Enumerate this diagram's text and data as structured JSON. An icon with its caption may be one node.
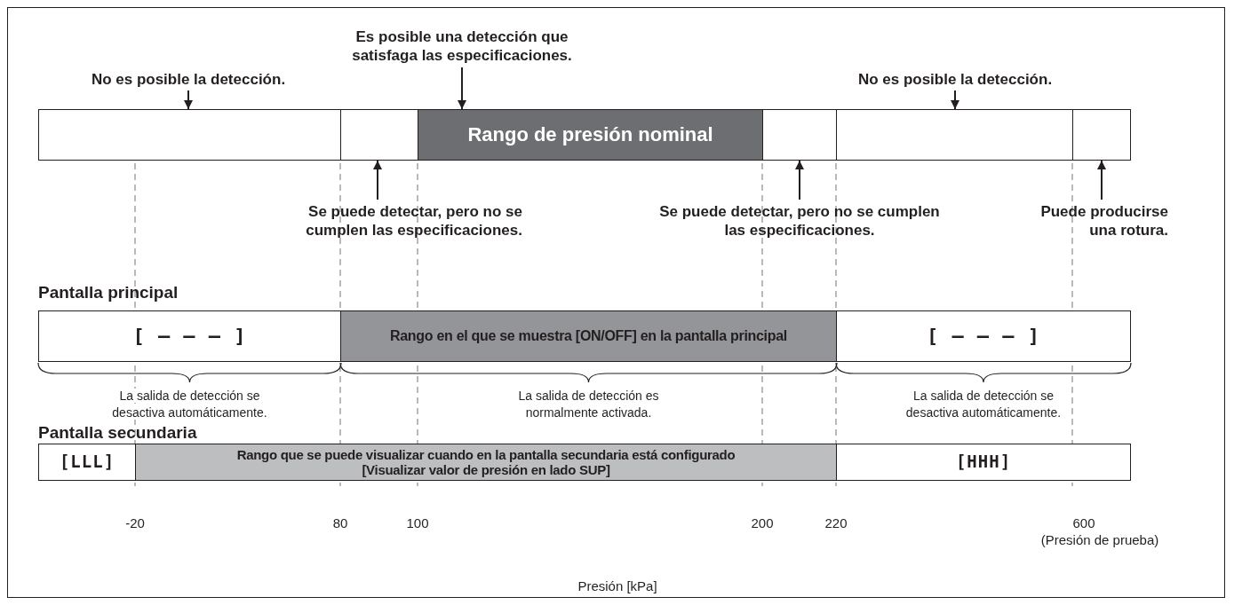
{
  "diagram": {
    "nodes": [
      {
        "text": [],
        "shape": "box"
      },
      {
        "text": [],
        "shape": "box"
      },
      {
        "text": [
          "Rango de presión nominal"
        ]
      },
      {
        "text": [],
        "shape": "box"
      },
      {
        "text": [],
        "shape": "box"
      },
      {
        "text": [],
        "shape": "box"
      },
      {
        "text": [
          "No es posible la detección."
        ]
      },
      {
        "text": [
          "Es posible una detección que satisfaga las especificaciones."
        ]
      },
      {
        "text": [
          "No es posible la detección."
        ]
      },
      {
        "text": [
          "Se puede detectar, pero no se cumplen las especificaciones."
        ]
      },
      {
        "text": [
          "Se puede detectar, pero no se cumplen las especificaciones."
        ]
      },
      {
        "text": [
          "Puede producirse una rotura."
        ]
      },
      {
        "text": [
          "[ – – – ]"
        ],
        "beside": [
          "La salida de detección se desactiva automáticamente."
        ]
      },
      {
        "text": [
          "Rango en el que se muestra [ON/OFF] en la pantalla principal"
        ],
        "beside": [
          "La salida de detección es normalmente activada."
        ]
      },
      {
        "text": [
          "[ – – – ]"
        ],
        "beside": [
          "La salida de detección se desactiva automáticamente."
        ]
      },
      {
        "text": [
          "[LLL]"
        ]
      },
      {
        "text": [
          "Rango que se puede visualizar cuando en la pantalla secundaria está configurado [Visualizar valor de presión en lado SUP]"
        ]
      },
      {
        "text": [
          "[HHH]"
        ]
      }
    ],
    "edges": [
      {
        "from": 6,
        "to": 0,
        "arrow": "to"
      },
      {
        "from": 7,
        "to": 2,
        "arrow": "to"
      },
      {
        "from": 8,
        "to": 4,
        "arrow": "to"
      },
      {
        "from": 9,
        "to": 1,
        "arrow": "to"
      },
      {
        "from": 10,
        "to": 3,
        "arrow": "to"
      },
      {
        "from": 11,
        "to": 5,
        "arrow": "to"
      }
    ],
    "labels": [
      "Pantalla principal",
      "Pantalla secundaria",
      "-20",
      "80",
      "100",
      "200",
      "220",
      "600",
      "(Presión de prueba)",
      "Presión [kPa]"
    ]
  }
}
